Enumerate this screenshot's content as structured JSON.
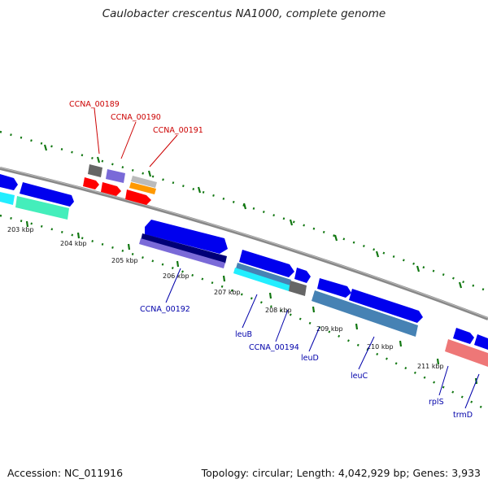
{
  "title": "Caulobacter crescentus NA1000, complete genome",
  "footer": {
    "accession": "Accession: NC_011916",
    "topology": "Topology: circular; Length: 4,042,929 bp; Genes: 3,933"
  },
  "colors": {
    "backbone": "#888888",
    "tick": "#117711",
    "cds_blue": "#0000ee",
    "cds_navy": "#000077",
    "cds_purple": "#7a6ad8",
    "cds_red": "#ff0000",
    "cds_orange": "#ff9900",
    "cds_gray": "#666666",
    "cds_lightgray": "#bbbbbb",
    "cds_teal": "#44eebb",
    "cds_cyan": "#22eeff",
    "cds_steel": "#4682b4",
    "cds_pink": "#ee7777",
    "label_red": "#cc0000",
    "label_blue": "#0000aa"
  },
  "kbp_labels": [
    "203 kbp",
    "204 kbp",
    "205 kbp",
    "206 kbp",
    "207 kbp",
    "208 kbp",
    "209 kbp",
    "210 kbp",
    "211 kbp"
  ],
  "gene_labels": {
    "ccna_00189": "CCNA_00189",
    "ccna_00190": "CCNA_00190",
    "ccna_00191": "CCNA_00191",
    "ccna_00192": "CCNA_00192",
    "leuB": "leuB",
    "ccna_00194": "CCNA_00194",
    "leuD": "leuD",
    "leuC": "leuC",
    "rplS": "rplS",
    "trmD": "trmD"
  }
}
